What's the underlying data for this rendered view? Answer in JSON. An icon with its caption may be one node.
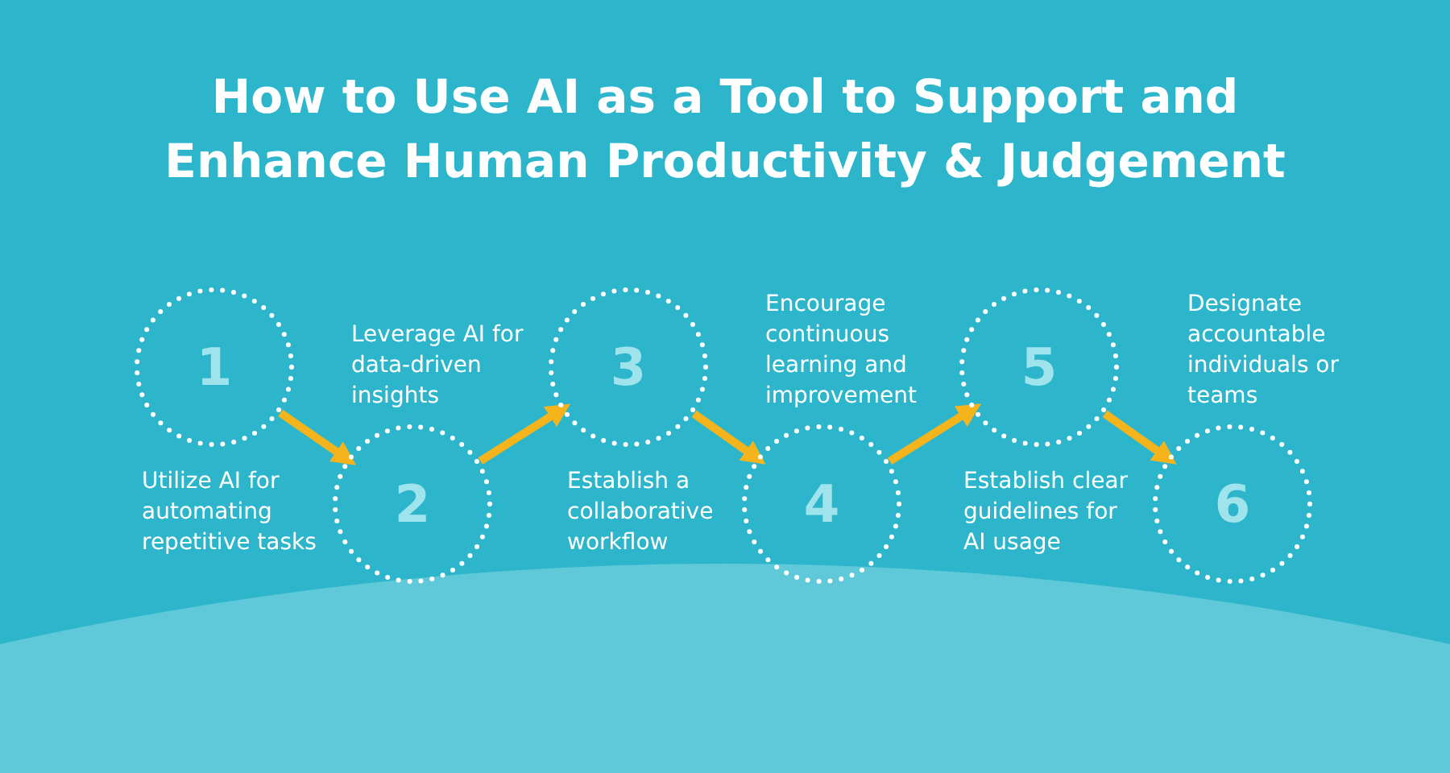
{
  "diagram": {
    "title": "How to Use AI as a Tool to Support and Enhance Human Productivity & Judgement",
    "nodes": [
      {
        "text": [
          "1"
        ],
        "beside": [
          "Utilize AI for automating repetitive tasks"
        ]
      },
      {
        "text": [
          "2"
        ],
        "beside": [
          "Leverage AI for data-driven insights"
        ]
      },
      {
        "text": [
          "3"
        ],
        "beside": [
          "Establish a collaborative workflow"
        ]
      },
      {
        "text": [
          "4"
        ],
        "beside": [
          "Encourage continuous learning and improvement"
        ]
      },
      {
        "text": [
          "5"
        ],
        "beside": [
          "Establish clear guidelines for AI usage"
        ]
      },
      {
        "text": [
          "6"
        ],
        "beside": [
          "Designate accountable individuals or teams"
        ]
      }
    ],
    "edges": [
      {
        "from": 0,
        "to": 1,
        "arrow": "to"
      },
      {
        "from": 1,
        "to": 2,
        "arrow": "to"
      },
      {
        "from": 2,
        "to": 3,
        "arrow": "to"
      },
      {
        "from": 3,
        "to": 4,
        "arrow": "to"
      },
      {
        "from": 4,
        "to": 5,
        "arrow": "to"
      }
    ]
  }
}
